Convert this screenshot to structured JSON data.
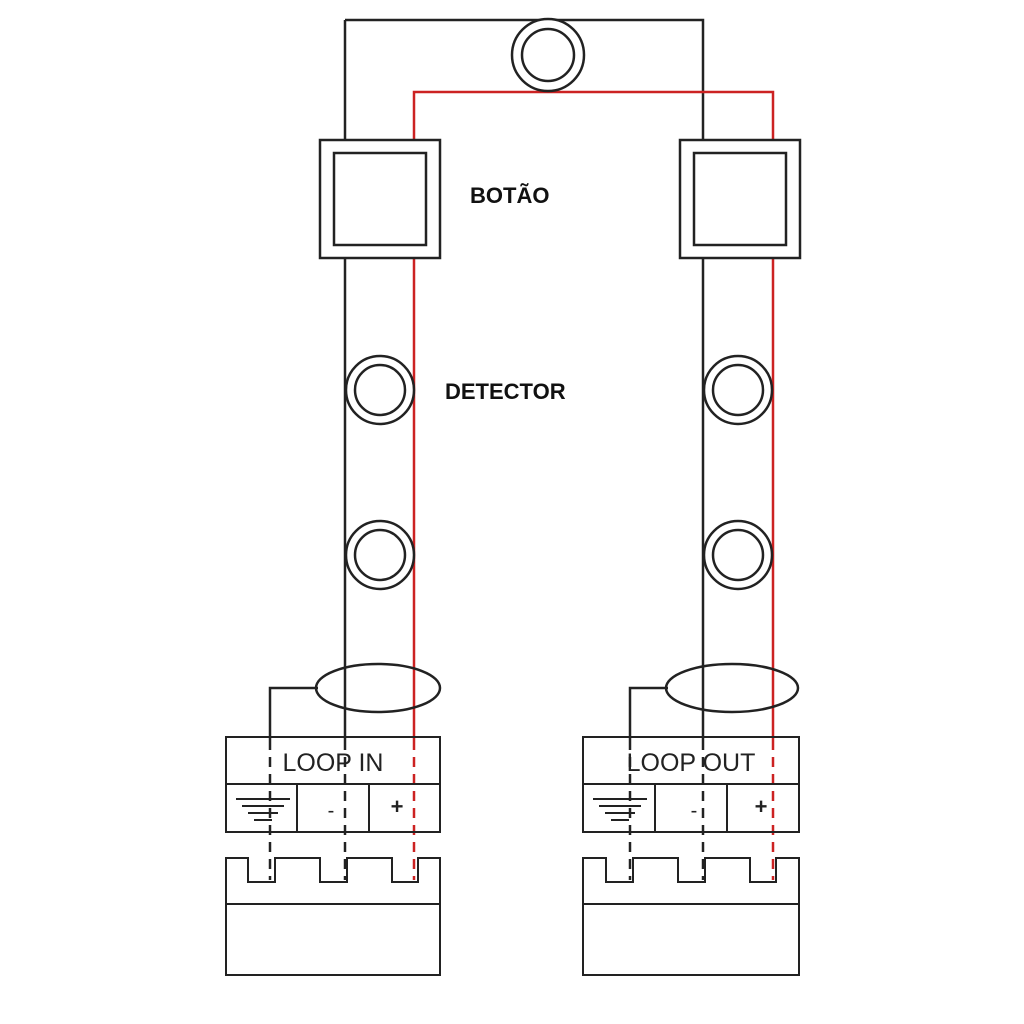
{
  "labels": {
    "button": "BOTÃO",
    "detector": "DETECTOR",
    "loop_in": "LOOP IN",
    "loop_out": "LOOP OUT",
    "minus": "-",
    "plus": "+"
  },
  "colors": {
    "wire_black": "#222222",
    "wire_red": "#cc2222",
    "background": "#ffffff"
  },
  "icons": {
    "ground": "ground-icon"
  }
}
